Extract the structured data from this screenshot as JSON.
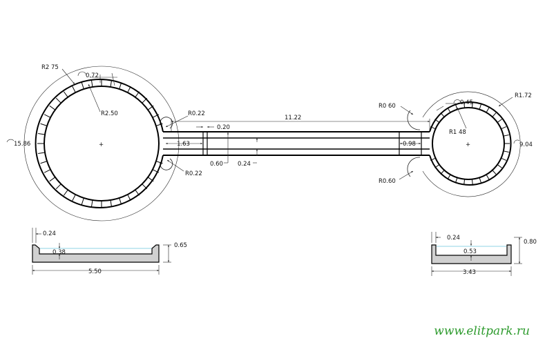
{
  "colors": {
    "line": "#000000",
    "dim": "#222222",
    "water": "#8fd3e6",
    "wall_fill": "#d0d0d0",
    "watermark": "#2e9b2e"
  },
  "watermark": "www.elitpark.ru",
  "plan": {
    "big_pool": {
      "outer_radius": "R2 75",
      "tile_size": "0.72",
      "inner_radius": "R2.50",
      "arc_length": "15.86"
    },
    "small_pool": {
      "outer_radius": "R1.72",
      "tile_size": "0.45",
      "inner_radius": "R1 48",
      "arc_length": "9.04"
    },
    "channel": {
      "length": "11.22",
      "wall": "0.20",
      "left_segment": "1.63",
      "right_segment": "0.98",
      "width": "0.60",
      "inner_width": "0.24"
    },
    "fillets": {
      "left_top": "R0.22",
      "left_bottom": "R0.22",
      "right_top": "R0 60",
      "right_bottom": "R0.60"
    }
  },
  "section_big": {
    "wall": "0.24",
    "depth": "0.38",
    "height": "0.65",
    "width": "5.50"
  },
  "section_small": {
    "wall": "0.24",
    "depth": "0.53",
    "height": "0.80",
    "width": "3.43"
  }
}
